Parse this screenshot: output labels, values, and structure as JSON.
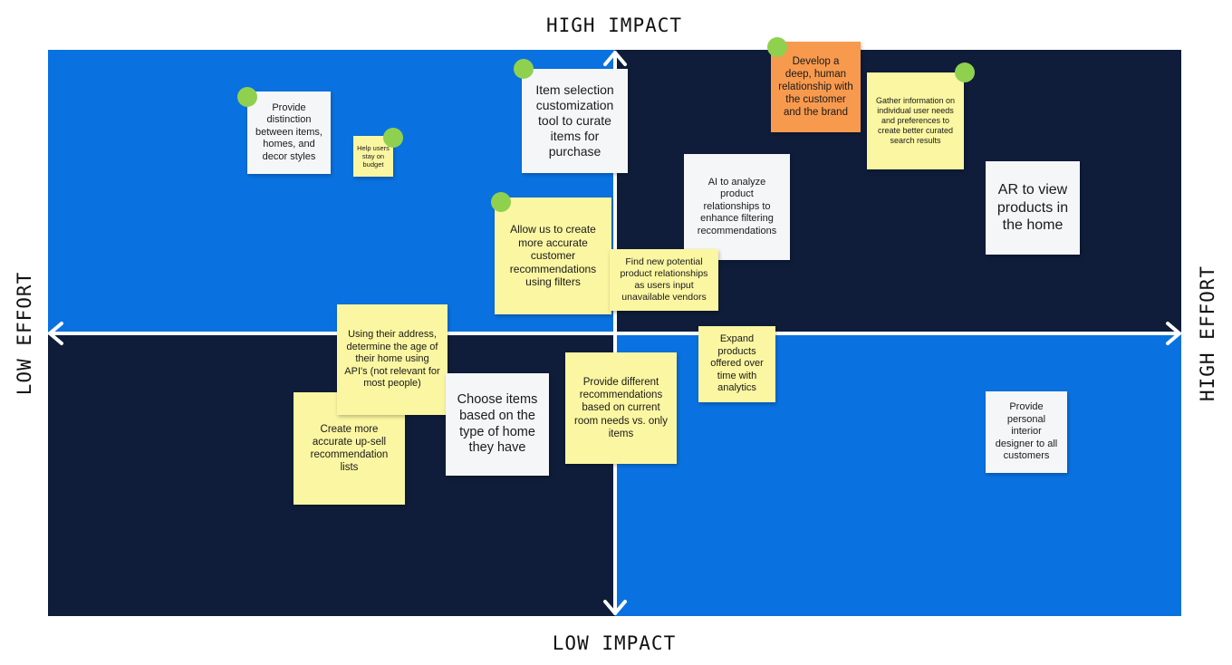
{
  "axes": {
    "top": "HIGH IMPACT",
    "bottom": "LOW IMPACT",
    "left": "LOW EFFORT",
    "right": "HIGH EFFORT"
  },
  "colors": {
    "quadrant_blue": "#0a72e0",
    "quadrant_navy": "#0f1d3a",
    "sticky_yellow": "#fbf6a1",
    "sticky_white": "#f5f6f8",
    "sticky_orange": "#f89a4e",
    "vote_dot": "#8fd14f"
  },
  "notes": {
    "distinction": "Provide distinction between items, homes, and decor styles",
    "budget": "Help users stay on budget",
    "item_selection": "Item selection customization tool to curate items for purchase",
    "develop_relationship": "Develop a deep, human relationship with the customer and the brand",
    "gather_info": "Gather information on individual user needs and preferences to create better curated search results",
    "ai_analyze": "AI to analyze product relationships to enhance filtering recommendations",
    "ar_view": "AR to view products in the home",
    "accurate_filters": "Allow us to create more accurate customer recommendations using filters",
    "find_relationships": "Find new potential product relationships as users input unavailable vendors",
    "address_age": "Using their address, determine the age of their home using API's (not relevant for most people)",
    "upsell": "Create more accurate up-sell recommendation lists",
    "choose_items": "Choose items based on the type of home they have",
    "room_needs": "Provide different recommendations based on current room needs vs. only items",
    "expand_products": "Expand products offered over time with analytics",
    "interior_designer": "Provide personal interior designer to all customers"
  }
}
